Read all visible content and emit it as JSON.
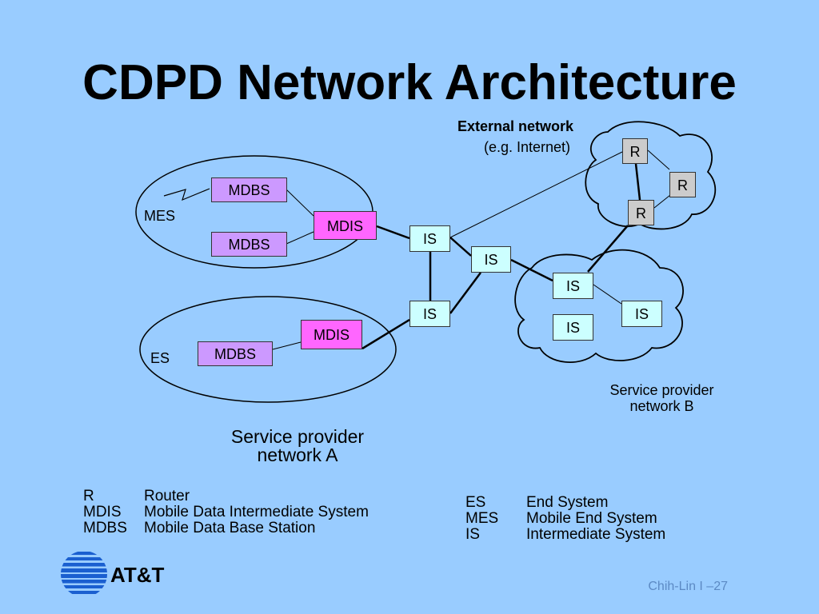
{
  "title": "CDPD Network Architecture",
  "external_network": {
    "label": "External network",
    "sublabel": "(e.g. Internet)"
  },
  "nodes": {
    "mdbs1": "MDBS",
    "mdbs2": "MDBS",
    "mdbs3": "MDBS",
    "mdis1": "MDIS",
    "mdis2": "MDIS",
    "is1": "IS",
    "is2": "IS",
    "is3": "IS",
    "is4": "IS",
    "is5": "IS",
    "is6": "IS",
    "r1": "R",
    "r2": "R",
    "r3": "R"
  },
  "labels": {
    "mes": "MES",
    "es": "ES"
  },
  "network_a": {
    "line1": "Service provider",
    "line2": "network A"
  },
  "network_b": {
    "line1": "Service provider",
    "line2": "network B"
  },
  "legend_left": [
    {
      "abbr": "R",
      "meaning": "Router"
    },
    {
      "abbr": "MDIS",
      "meaning": "Mobile Data Intermediate System"
    },
    {
      "abbr": "MDBS",
      "meaning": "Mobile Data Base Station"
    }
  ],
  "legend_right": [
    {
      "abbr": "ES",
      "meaning": "End System"
    },
    {
      "abbr": "MES",
      "meaning": "Mobile End System"
    },
    {
      "abbr": "IS",
      "meaning": "Intermediate System"
    }
  ],
  "logo": {
    "text": "AT&T"
  },
  "footer": "Chih-Lin I –27",
  "colors": {
    "background": "#99ccff",
    "mdbs": "#cc99ff",
    "mdis": "#ff66ff",
    "is": "#ccffff",
    "router": "#cccccc"
  }
}
